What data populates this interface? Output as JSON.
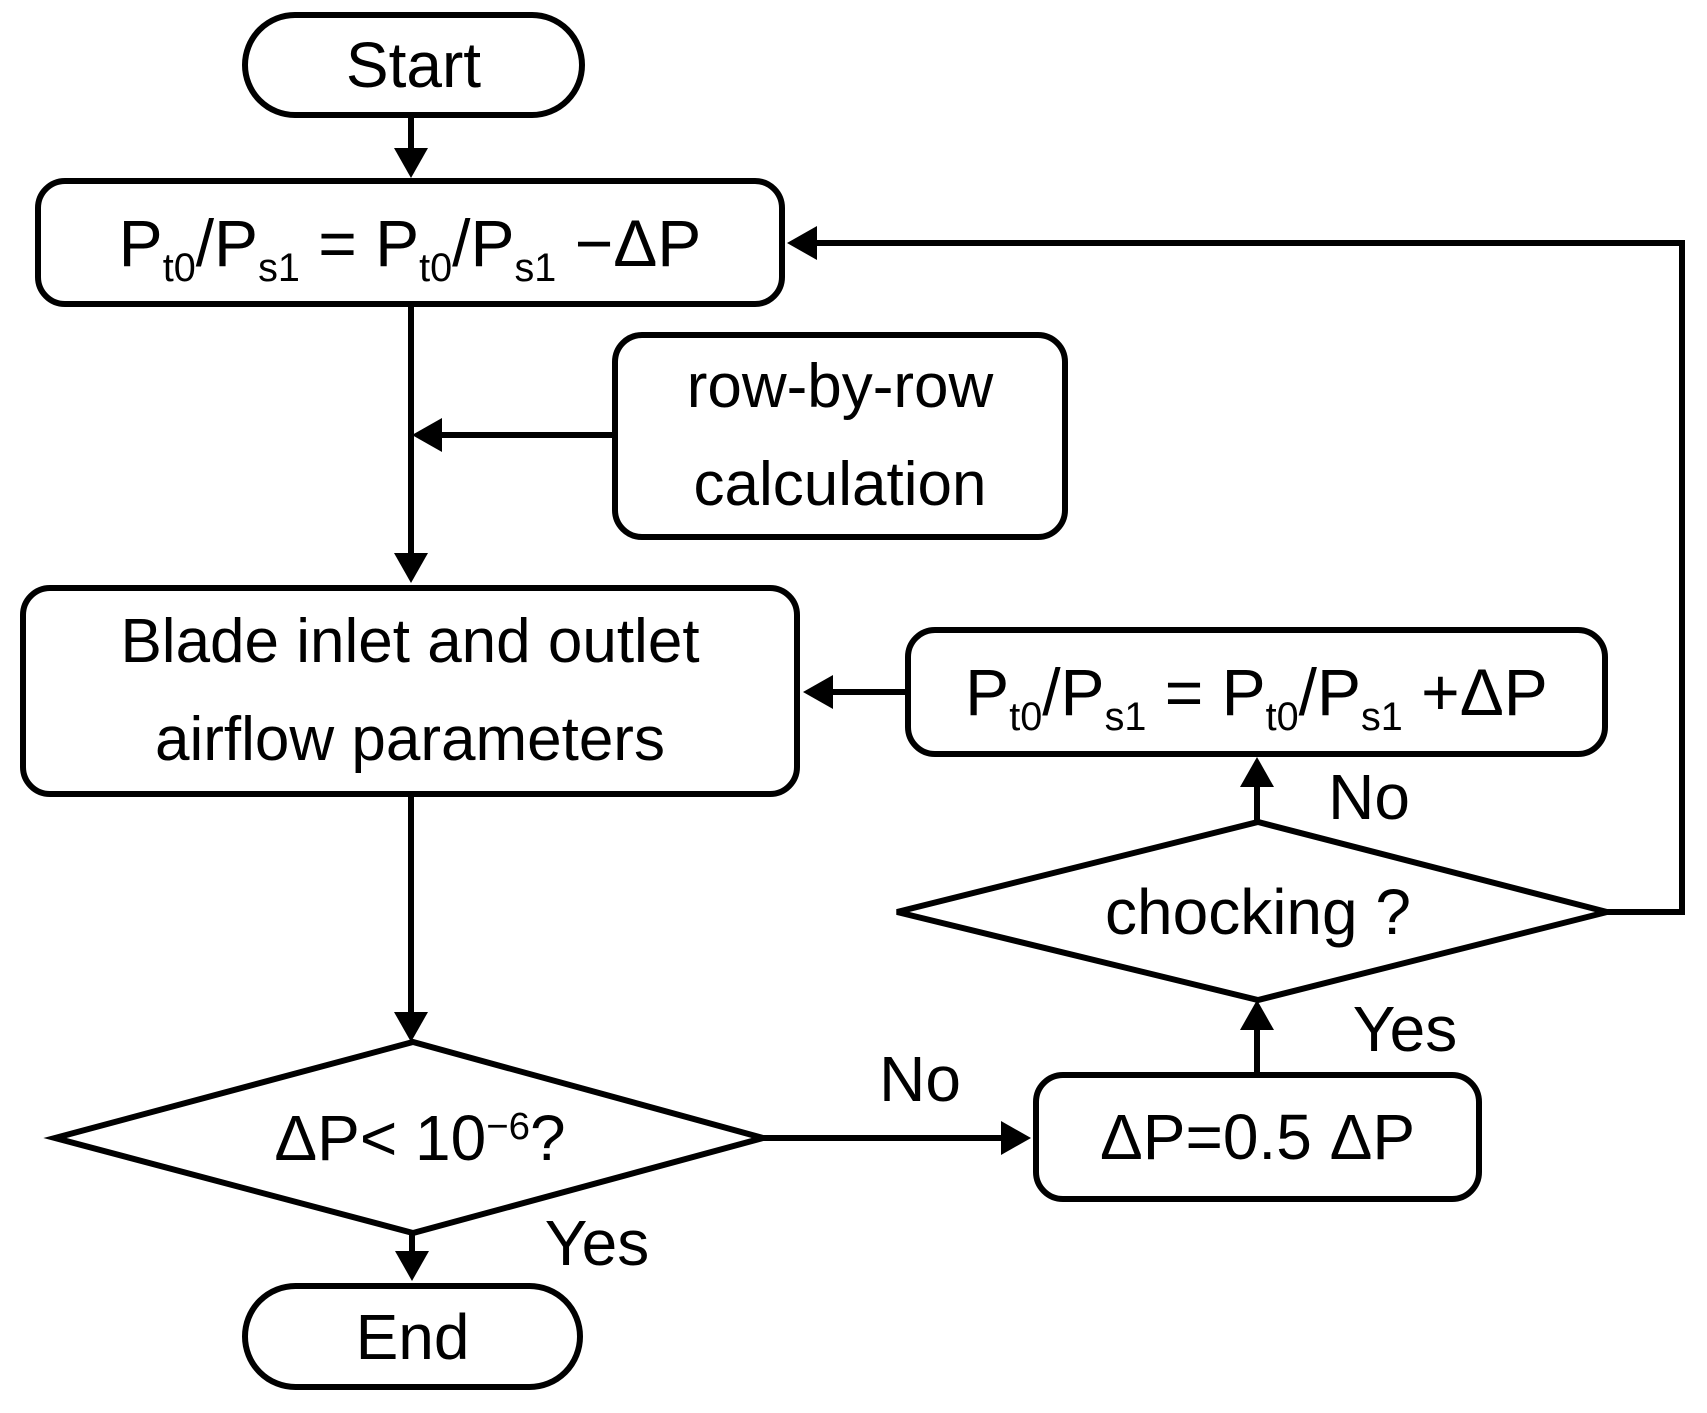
{
  "colors": {
    "stroke": "#000000",
    "background": "#ffffff"
  },
  "nodes": {
    "start": {
      "shape": "terminator",
      "label": "Start"
    },
    "update_minus": {
      "shape": "process",
      "parts": [
        "P",
        "t0",
        "/P",
        "s1",
        " = P",
        "t0",
        "/P",
        "s1",
        " −ΔP"
      ]
    },
    "row_by_row": {
      "shape": "process",
      "lines": [
        "row-by-row",
        "calculation"
      ]
    },
    "blade": {
      "shape": "process",
      "lines": [
        "Blade inlet and outlet",
        "airflow parameters"
      ]
    },
    "update_plus": {
      "shape": "process",
      "parts": [
        "P",
        "t0",
        "/P",
        "s1",
        " = P",
        "t0",
        "/P",
        "s1",
        " +ΔP"
      ]
    },
    "chocking": {
      "shape": "decision",
      "label": "chocking ?"
    },
    "dp_check": {
      "shape": "decision",
      "parts": [
        "ΔP< 10",
        "−6",
        "?"
      ]
    },
    "halve": {
      "shape": "process",
      "label": "ΔP=0.5 ΔP"
    },
    "end": {
      "shape": "terminator",
      "label": "End"
    }
  },
  "edge_labels": {
    "dp_no": "No",
    "dp_yes": "Yes",
    "chocking_yes": "Yes",
    "chocking_no": "No"
  }
}
